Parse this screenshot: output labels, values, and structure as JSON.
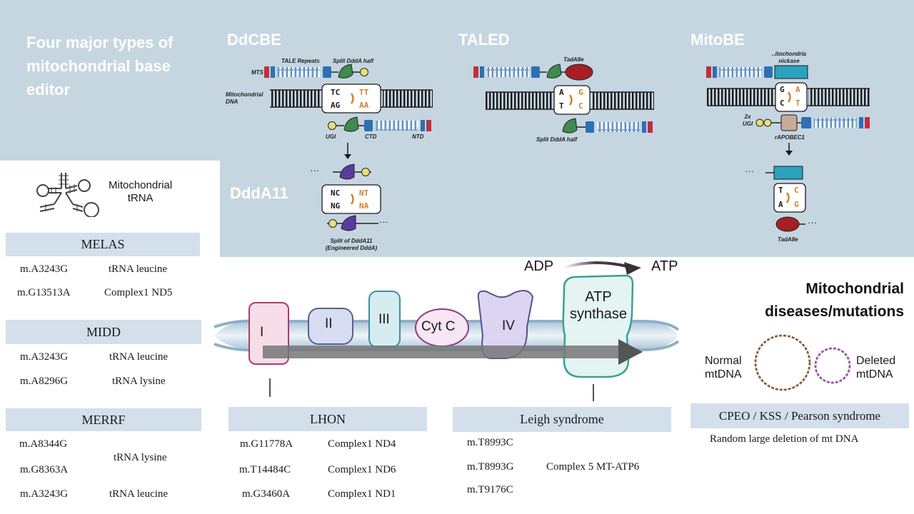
{
  "header": {
    "title_line1": "Four major types of",
    "title_line2": "mitochondrial base",
    "title_line3": "editor"
  },
  "editors": {
    "ddcbe": {
      "name": "DdCBE",
      "tale_repeats": "TALE Repeats",
      "split_ddda_half": "Split DddA half",
      "mts": "MTS",
      "mito_dna_line1": "Mitochondrial",
      "mito_dna_line2": "DNA",
      "top_left": "TC",
      "top_right": "TT",
      "bottom_left": "AG",
      "bottom_right": "AA",
      "ugi": "UGI",
      "ctd": "CTD",
      "ntd": "NTD"
    },
    "taled": {
      "name": "TALED",
      "tada8e": "TadA8e",
      "split_ddda_half": "Split DddA half",
      "top_left": "A",
      "top_right": "G",
      "bottom_left": "T",
      "bottom_right": "C"
    },
    "mitobe": {
      "name": "MitoBE",
      "nickase_line1": "..itochondria",
      "nickase_line2": "nickase",
      "top_left": "G",
      "top_right": "A",
      "bottom_left": "C",
      "bottom_right": "T",
      "ugi_line1": "2x",
      "ugi_line2": "UGI",
      "rapobec1": "rAPOBEC1",
      "after_top_left": "T",
      "after_top_right": "C",
      "after_bottom_left": "A",
      "after_bottom_right": "G",
      "tada8e": "TadA8e",
      "dots": "···"
    },
    "ddda11": {
      "name": "DddA11",
      "top_left": "NC",
      "top_right": "NT",
      "bottom_left": "NG",
      "bottom_right": "NA",
      "caption_line1": "Split of DddA11",
      "caption_line2": "(Engineered DddA)",
      "dots": "···"
    }
  },
  "trna": {
    "label_line1": "Mitochondrial",
    "label_line2": "tRNA"
  },
  "etc": {
    "complex1": "I",
    "complex2": "II",
    "complex3": "III",
    "cytc": "Cyt C",
    "complex4": "IV",
    "atp_line1": "ATP",
    "atp_line2": "synthase",
    "adp": "ADP",
    "atp": "ATP"
  },
  "diseases_title_line1": "Mitochondrial",
  "diseases_title_line2": "diseases/mutations",
  "mtdna": {
    "normal_line1": "Normal",
    "normal_line2": "mtDNA",
    "deleted_line1": "Deleted",
    "deleted_line2": "mtDNA"
  },
  "diseases": {
    "melas": {
      "name": "MELAS",
      "rows": [
        {
          "mutation": "m.A3243G",
          "gene": "tRNA leucine"
        },
        {
          "mutation": "m.G13513A",
          "gene": "Complex1 ND5"
        }
      ]
    },
    "midd": {
      "name": "MIDD",
      "rows": [
        {
          "mutation": "m.A3243G",
          "gene": "tRNA leucine"
        },
        {
          "mutation": "m.A8296G",
          "gene": "tRNA lysine"
        }
      ]
    },
    "merrf": {
      "name": "MERRF",
      "mutations": [
        "m.A8344G",
        "m.G8363A",
        "m.A3243G"
      ],
      "gene_group": "tRNA lysine",
      "gene_last": "tRNA leucine"
    },
    "lhon": {
      "name": "LHON",
      "rows": [
        {
          "mutation": "m.G11778A",
          "gene": "Complex1 ND4"
        },
        {
          "mutation": "m.T14484C",
          "gene": "Complex1 ND6"
        },
        {
          "mutation": "m.G3460A",
          "gene": "Complex1 ND1"
        }
      ]
    },
    "leigh": {
      "name": "Leigh syndrome",
      "mutations": [
        "m.T8993C",
        "m.T8993G",
        "m.T9176C"
      ],
      "gene": "Complex 5 MT-ATP6"
    },
    "cpeo": {
      "name": "CPEO / KSS / Pearson syndrome",
      "description": "Random large deletion of mt DNA"
    }
  },
  "colors": {
    "panel_blue": "#c5d6e1",
    "header_blue": "#d3dfea",
    "tale_blue": "#2f6fb3",
    "mts_red": "#c0303a",
    "ddda_green": "#3f8a4f",
    "tada_red": "#a51f24",
    "ddda11_purple": "#5b3aa0",
    "nickase_teal": "#2aa3bf",
    "membrane_blue": "#a9c6d8"
  }
}
